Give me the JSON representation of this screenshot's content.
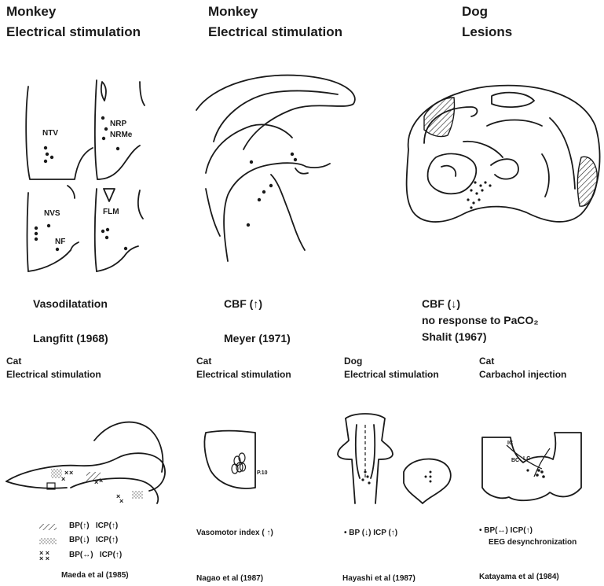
{
  "top_panels": [
    {
      "species": "Monkey",
      "method": "Electrical stimulation",
      "effect": "Vasodilatation",
      "effect_arrow": "",
      "note": "",
      "citation": "Langfitt (1968)",
      "nuclei": [
        "NTV",
        "NRP",
        "NRMe",
        "NVS",
        "FLM",
        "NF"
      ]
    },
    {
      "species": "Monkey",
      "method": "Electrical stimulation",
      "effect": "CBF (",
      "effect_arrow": "↑",
      "note": "",
      "citation": "Meyer (1971)"
    },
    {
      "species": "Dog",
      "method": "Lesions",
      "effect": "CBF (",
      "effect_arrow": "↓",
      "note": "no response to PaCO₂",
      "citation": "Shalit (1967)"
    }
  ],
  "bottom_panels": [
    {
      "species": "Cat",
      "method": "Electrical stimulation",
      "citation": "Maeda et al (1985)",
      "legend": [
        {
          "symbol": "hatched",
          "bp": "BP(↑)",
          "icp": "ICP(↑)"
        },
        {
          "symbol": "stippled",
          "bp": "BP(↓)",
          "icp": "ICP(↑)"
        },
        {
          "symbol": "crosses",
          "bp": "BP(↔)",
          "icp": "ICP(↑)"
        }
      ]
    },
    {
      "species": "Cat",
      "method": "Electrical stimulation",
      "citation": "Nagao et al (1987)",
      "result": "Vasomotor index ( ↑)",
      "map_label": "P.10"
    },
    {
      "species": "Dog",
      "method": "Electrical stimulation",
      "citation": "Hayashi et al (1987)",
      "result": "• BP (↓)   ICP (↑)"
    },
    {
      "species": "Cat",
      "method": "Carbachol injection",
      "citation": "Katayama et al (1984)",
      "result": "• BP(↔)  ICP(↑)",
      "note": "EEG desynchronization",
      "map_labels": [
        "IC",
        "BC",
        "LC"
      ]
    }
  ]
}
